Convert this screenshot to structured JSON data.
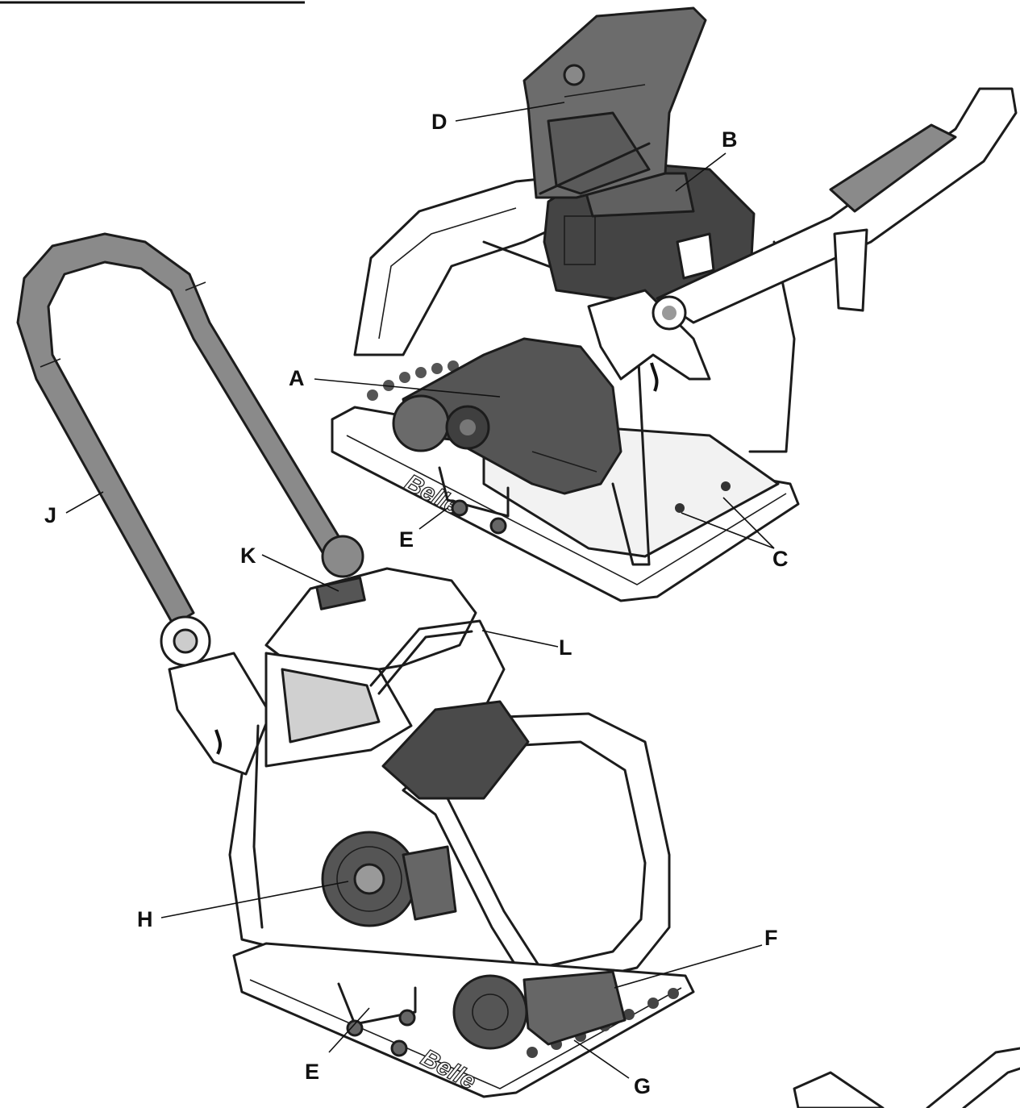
{
  "colors": {
    "ink": "#111111",
    "dark_part": "#555555",
    "mid_part": "#8a8a8a",
    "frame": "#ffffff"
  },
  "labels": {
    "A": "A",
    "B": "B",
    "C": "C",
    "D": "D",
    "E_top": "E",
    "E_bottom": "E",
    "F": "F",
    "G": "G",
    "H": "H",
    "J": "J",
    "K": "K",
    "L": "L"
  },
  "brand": {
    "top_plate": "Belle",
    "bottom_plate": "Belle"
  }
}
